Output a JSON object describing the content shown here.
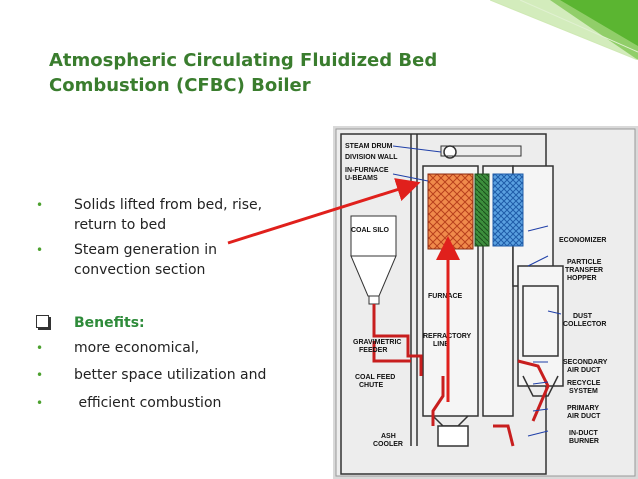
{
  "title": {
    "line1": "Atmospheric Circulating Fluidized Bed",
    "line2": "Combustion (CFBC) Boiler"
  },
  "bullets": [
    {
      "text": "Solids lifted from bed, rise, return to bed"
    },
    {
      "text": "Steam generation in convection section"
    }
  ],
  "benefits_heading": "Benefits:",
  "benefits": [
    {
      "text": "more economical,"
    },
    {
      "text": "better space utilization and"
    },
    {
      "text": " efficient combustion"
    }
  ],
  "bullet_glyph": "•",
  "diagram_labels": {
    "steam_drum": "STEAM DRUM",
    "division_wall": "DIVISION WALL",
    "in_furnace_1": "IN-FURNACE",
    "in_furnace_2": "U-BEAMS",
    "coal_silo": "COAL SILO",
    "furnace": "FURNACE",
    "gravimetric_1": "GRAVIMETRIC",
    "gravimetric_2": "FEEDER",
    "refractory_1": "REFRACTORY",
    "refractory_2": "LINE",
    "coal_feed_1": "COAL FEED",
    "coal_feed_2": "CHUTE",
    "ash_1": "ASH",
    "ash_2": "COOLER",
    "economizer": "ECONOMIZER",
    "particle_1": "PARTICLE",
    "particle_2": "TRANSFER",
    "particle_3": "HOPPER",
    "dust_1": "DUST",
    "dust_2": "COLLECTOR",
    "secondary_1": "SECONDARY",
    "secondary_2": "AIR DUCT",
    "recycle_1": "RECYCLE",
    "recycle_2": "SYSTEM",
    "primary_1": "PRIMARY",
    "primary_2": "AIR DUCT",
    "induct_1": "IN-DUCT",
    "induct_2": "BURNER"
  },
  "colors": {
    "title": "#3a7d2e",
    "accent_green": "#4ca12f",
    "arrow_red": "#e0201c",
    "corner_green": "#5bb531"
  }
}
